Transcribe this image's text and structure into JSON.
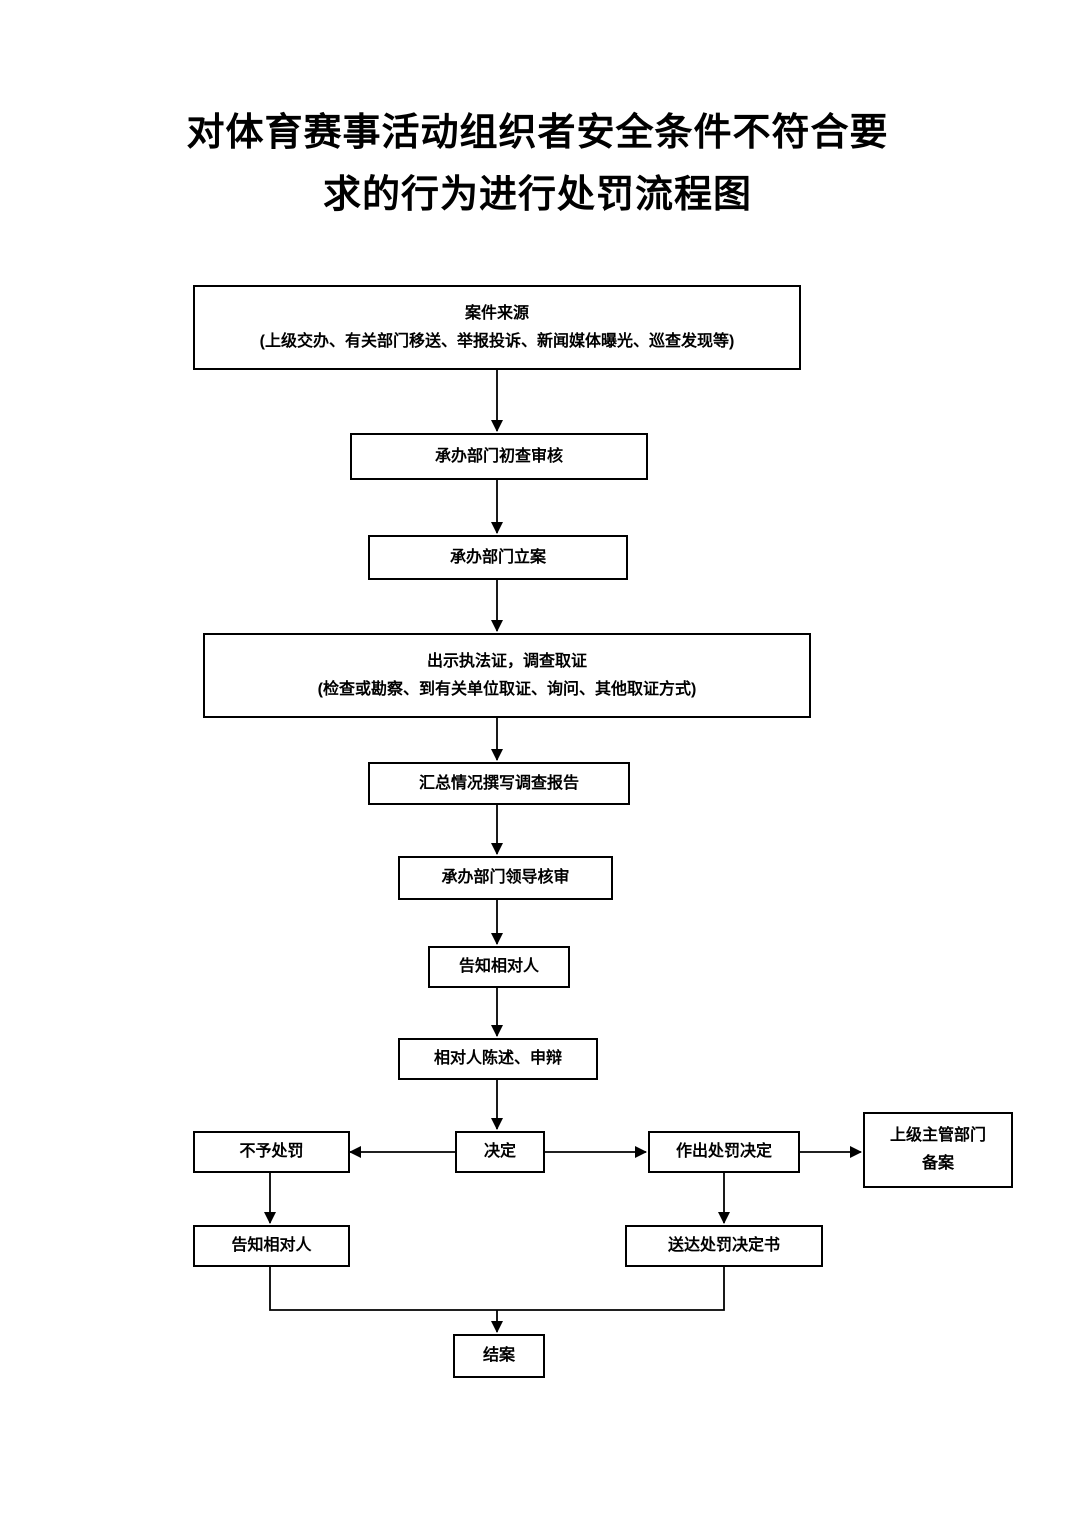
{
  "title": {
    "line1": "对体育赛事活动组织者安全条件不符合要",
    "line2": "求的行为进行处罚流程图"
  },
  "flow": {
    "case_source_line1": "案件来源",
    "case_source_line2": "(上级交办、有关部门移送、举报投诉、新闻媒体曝光、巡查发现等)",
    "initial_review": "承办部门初查审核",
    "filing": "承办部门立案",
    "evidence_line1": "出示执法证，调查取证",
    "evidence_line2": "(检查或勘察、到有关单位取证、询问、其他取证方式)",
    "report": "汇总情况撰写调查报告",
    "leader_review": "承办部门领导核审",
    "notify_party": "告知相对人",
    "statement_defense": "相对人陈述、申辩",
    "decision": "决定",
    "no_penalty": "不予处罚",
    "penalty_decision": "作出处罚决定",
    "superior_filing_line1": "上级主管部门",
    "superior_filing_line2": "备案",
    "notify_party_2": "告知相对人",
    "deliver_decision": "送达处罚决定书",
    "close_case": "结案"
  },
  "colors": {
    "line": "#000000",
    "text": "#000000",
    "background": "#ffffff"
  }
}
